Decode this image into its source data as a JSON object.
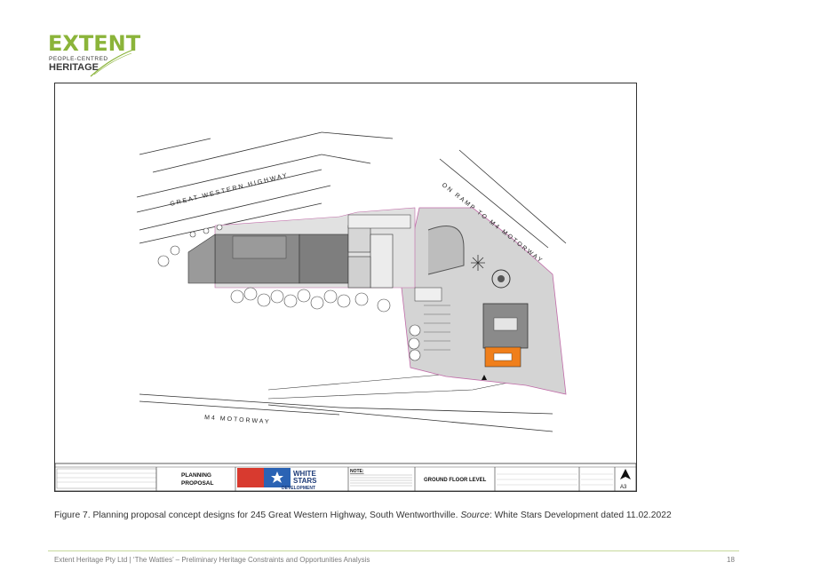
{
  "logo": {
    "main": "EXTENT",
    "sub1": "PEOPLE-CENTRED",
    "sub2": "HERITAGE"
  },
  "plan": {
    "labels": {
      "highway": "GREAT WESTERN HIGHWAY",
      "ramp": "ON RAMP TO M4 MOTORWAY",
      "motorway": "M4 MOTORWAY"
    },
    "title_block": {
      "planning": "PLANNING",
      "proposal": "PROPOSAL",
      "brand_line1": "WHITE",
      "brand_line2": "STARS",
      "brand_line3": "DEVELOPMENT",
      "notes_heading": "NOTE:",
      "drawing_title": "GROUND FLOOR LEVEL",
      "sheet_size": "A3"
    }
  },
  "caption": {
    "prefix": "Figure 7. Planning proposal concept designs for 245 Great Western Highway, South Wentworthville. ",
    "source_label": "Source",
    "suffix": ": White Stars Development dated 11.02.2022"
  },
  "footer": {
    "text": "Extent Heritage Pty Ltd | ‘The Watties’ – Preliminary Heritage Constraints and Opportunities Analysis",
    "page": "18"
  },
  "colors": {
    "brand_green": "#8bb43a",
    "site_grey": "#d4d4d4",
    "building_grey": "#8a8a8a",
    "heritage_orange": "#f07f1b",
    "boundary_pink": "#c06ba8"
  }
}
